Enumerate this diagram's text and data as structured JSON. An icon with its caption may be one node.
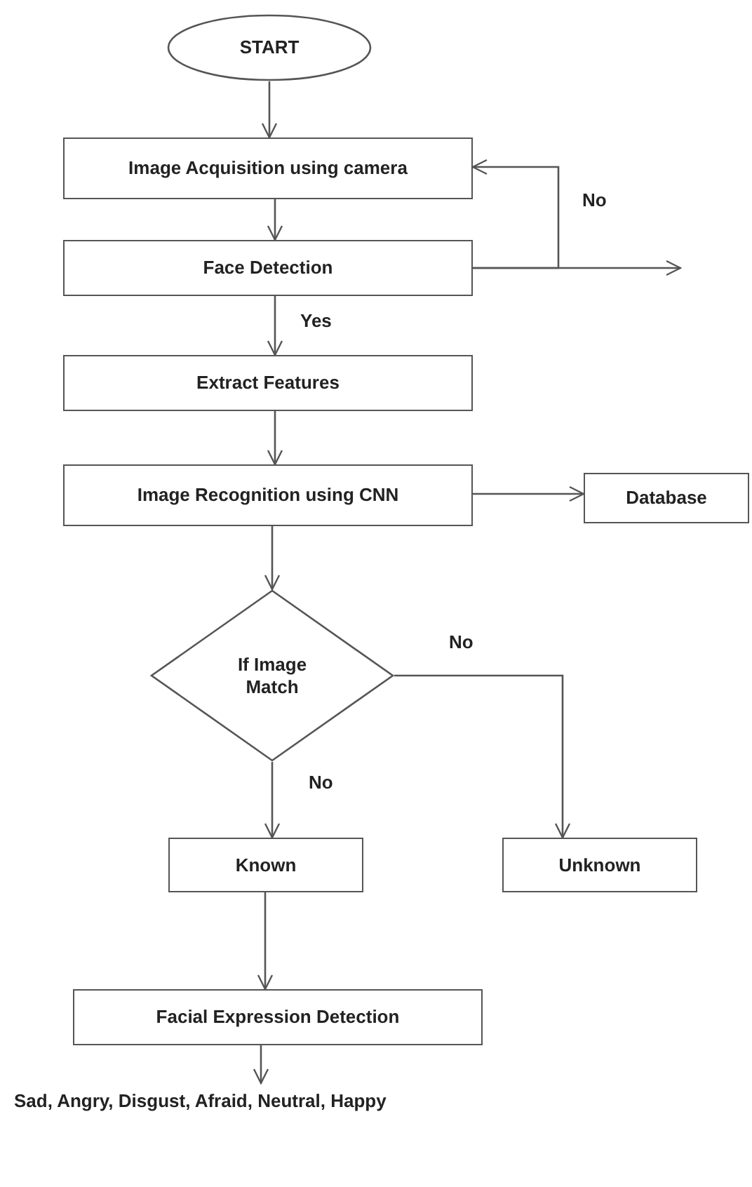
{
  "diagram": {
    "nodes": [
      {
        "text": [
          "START"
        ]
      },
      {
        "text": [
          "Image Acquisition using camera"
        ]
      },
      {
        "text": [
          "Face Detection"
        ]
      },
      {
        "text": [
          "Extract Features"
        ]
      },
      {
        "text": [
          "Image Recognition using CNN"
        ]
      },
      {
        "text": [
          "Database"
        ]
      },
      {
        "text": [
          "If Image Match"
        ]
      },
      {
        "text": [
          "Known"
        ]
      },
      {
        "text": [
          "Unknown"
        ]
      },
      {
        "text": [
          "Facial Expression Detection"
        ]
      },
      {
        "text": [
          "Sad, Angry, Disgust, Afraid, Neutral, Happy"
        ]
      }
    ],
    "edges": [
      {
        "from": 0,
        "to": 1,
        "arrow": "to"
      },
      {
        "from": 1,
        "to": 2,
        "arrow": "to"
      },
      {
        "from": 2,
        "to": 3,
        "arrow": "to",
        "label": "Yes"
      },
      {
        "from": 2,
        "to": 1,
        "arrow": "to",
        "label": "No"
      },
      {
        "from": 2,
        "to": null,
        "arrow": "to"
      },
      {
        "from": 3,
        "to": 4,
        "arrow": "to"
      },
      {
        "from": 4,
        "to": 5,
        "arrow": "to"
      },
      {
        "from": 4,
        "to": 6,
        "arrow": "to"
      },
      {
        "from": 6,
        "to": 8,
        "arrow": "to",
        "label": "No"
      },
      {
        "from": 6,
        "to": 7,
        "arrow": "to",
        "label": "No"
      },
      {
        "from": 7,
        "to": 9,
        "arrow": "to"
      },
      {
        "from": 9,
        "to": 10,
        "arrow": "to"
      }
    ]
  }
}
